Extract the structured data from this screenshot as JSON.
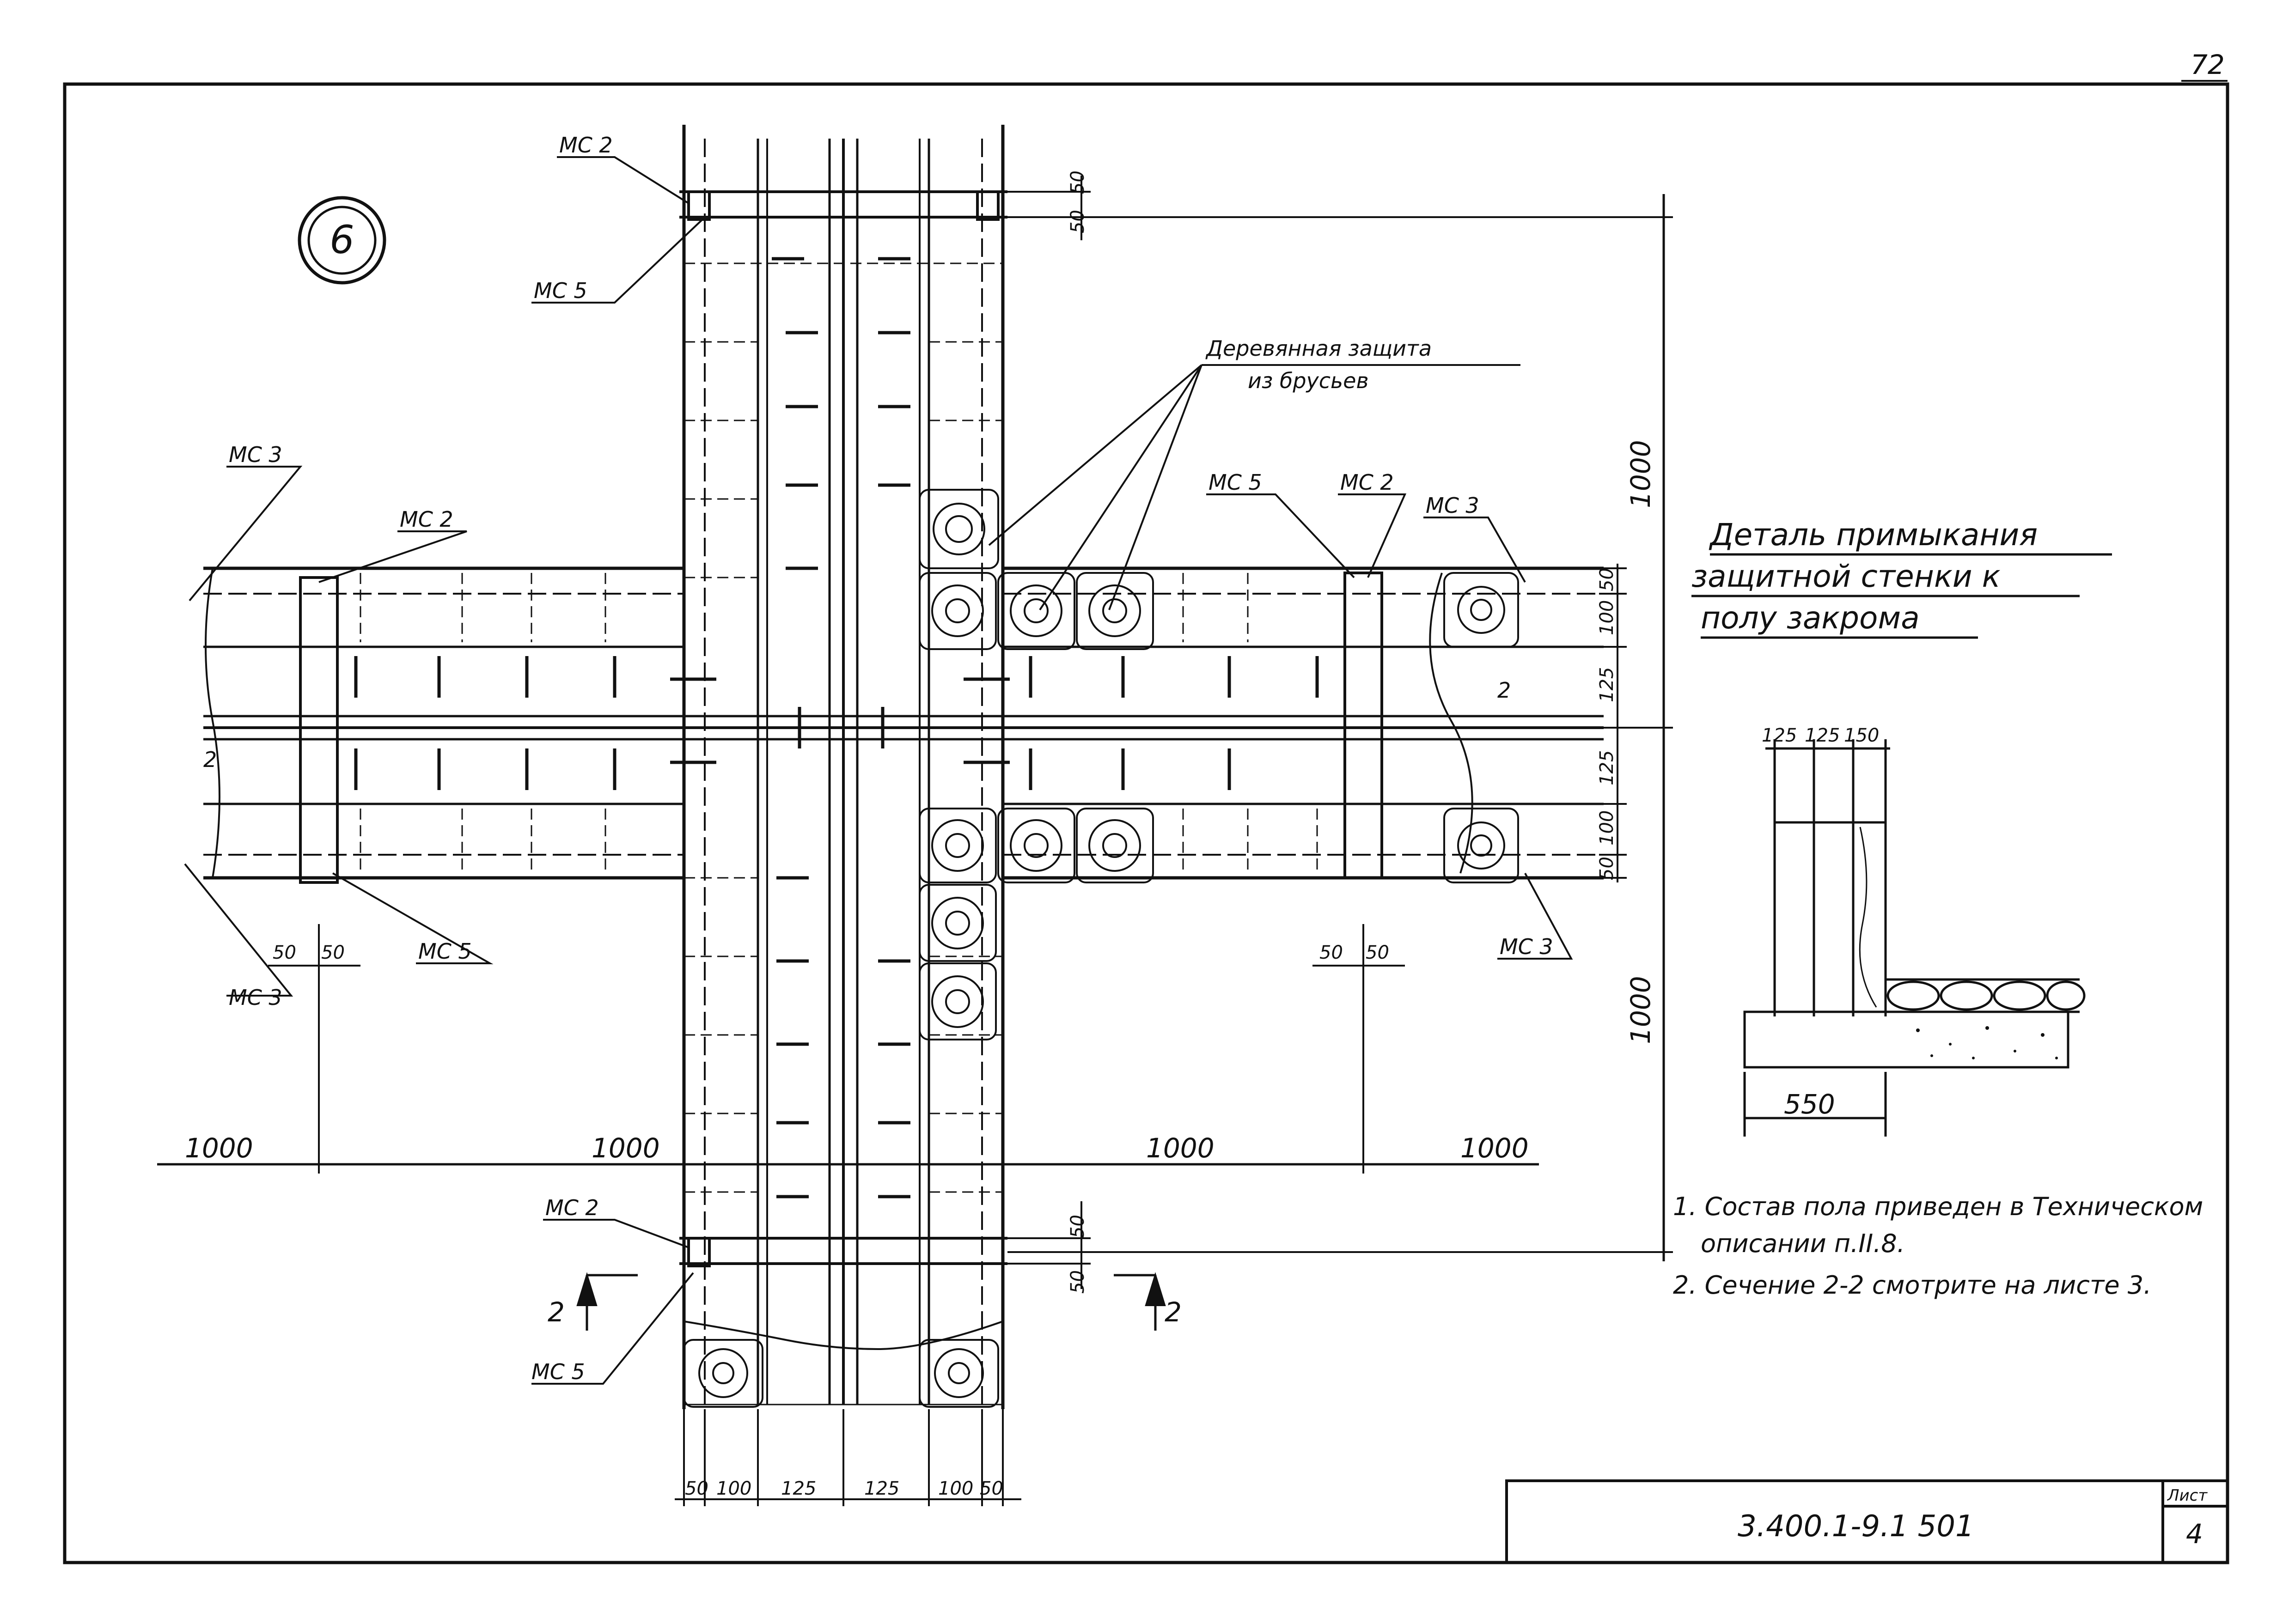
{
  "sheet": {
    "page_number": "72",
    "detail_number": "6",
    "document_code": "3.400.1-9.1 501",
    "sheet_label": "Лист",
    "sheet_number": "4"
  },
  "callouts": {
    "wood_protection_line1": "Деревянная защита",
    "wood_protection_line2": "из брусьев"
  },
  "labels": {
    "mc2_top": "МС 2",
    "mc5_top": "МС 5",
    "mc3_left_top": "МС 3",
    "mc2_left": "МС 2",
    "mc5_left": "МС 5",
    "mc3_left_bottom": "МС 3",
    "mc5_right": "МС 5",
    "mc2_right": "МС 2",
    "mc3_right_top": "МС 3",
    "mc3_right_bottom": "МС 3",
    "mc2_bottom": "МС 2",
    "mc5_bottom": "МС 5",
    "section_left": "2",
    "section_right": "2",
    "z_left": "2",
    "z_right": "2"
  },
  "dimensions": {
    "top_50a": "50",
    "top_50b": "50",
    "vert_1000_top": "1000",
    "vert_1000_bottom": "1000",
    "right_50": "50",
    "right_100a": "100",
    "right_125a": "125",
    "right_125b": "125",
    "right_100b": "100",
    "right_50b": "50",
    "left_50a": "50",
    "left_50b": "50",
    "rmid_50a": "50",
    "rmid_50b": "50",
    "h_1000_1": "1000",
    "h_1000_2": "1000",
    "h_1000_3": "1000",
    "h_1000_4": "1000",
    "bottom_50a": "50",
    "bottom_50b": "50",
    "b_50a": "50",
    "b_100a": "100",
    "b_125a": "125",
    "b_125b": "125",
    "b_100b": "100",
    "b_50b": "50"
  },
  "detail": {
    "title_line1": "Деталь примыкания",
    "title_line2": "защитной стенки к",
    "title_line3": "полу закрома",
    "dim_125a": "125",
    "dim_125b": "125",
    "dim_150": "150",
    "dim_550": "550"
  },
  "notes": {
    "note1_line1": "1. Состав пола приведен в Техническом",
    "note1_line2": "описании п.II.8.",
    "note2": "2. Сечение 2-2 смотрите на листе 3."
  }
}
